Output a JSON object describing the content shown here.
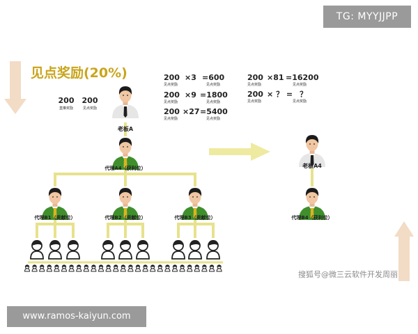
{
  "badges": {
    "telegram": "TG: MYYJJPP",
    "website": "www.ramos-kaiyun.com"
  },
  "watermark": "搜狐号@微三云软件开发周丽",
  "title": "见点奖励(20%)",
  "boss_rewards": [
    {
      "amount": "200",
      "label": "直推奖励"
    },
    {
      "amount": "200",
      "label": "见点奖励"
    }
  ],
  "formulas": [
    {
      "lhs": "200",
      "lhs_label": "见点奖励",
      "op": "×3",
      "rhs": "=600",
      "rhs_label": "见点奖励"
    },
    {
      "lhs": "200",
      "lhs_label": "见点奖励",
      "op": "×9",
      "rhs": "=1800",
      "rhs_label": "见点奖励"
    },
    {
      "lhs": "200",
      "lhs_label": "见点奖励",
      "op": "×27",
      "rhs": "=5400",
      "rhs_label": "见点奖励"
    },
    {
      "lhs": "200",
      "lhs_label": "见点奖励",
      "op": "×81",
      "rhs": "=16200",
      "rhs_label": "见点奖励"
    },
    {
      "lhs": "200",
      "lhs_label": "见点奖励",
      "op": "× ？ =",
      "rhs": "？",
      "rhs_label": "见点奖励"
    }
  ],
  "nodes": {
    "boss_a": "老板A",
    "agent_a4": "代理A4（获利位）",
    "agent_b1": "代理B1（贡献位）",
    "agent_b2": "代理B2（贡献位）",
    "agent_b3": "代理B3（贡献位）",
    "boss_a4": "老板A4",
    "agent_b4": "代理B4（获利位）"
  },
  "colors": {
    "accent": "#c9a51c",
    "line": "#e7e28c",
    "arrow_right": "#eeeaa0",
    "arrow_side": "#f2dcc6",
    "ink": "#222222",
    "grey_badge": "#9a9a9a"
  }
}
